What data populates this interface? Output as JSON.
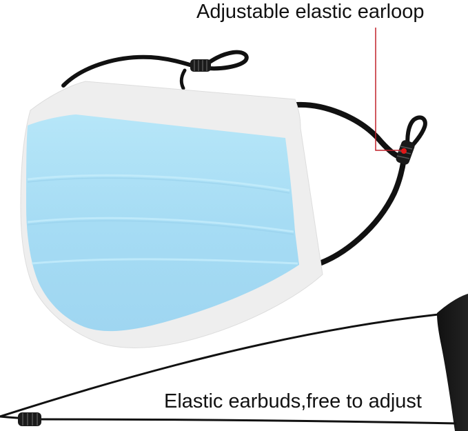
{
  "labels": {
    "earloop": "Adjustable elastic earloop",
    "earbuds": "Elastic earbuds,free to adjust"
  },
  "colors": {
    "mask_blue": "#a9dff5",
    "mask_border": "#eeeeee",
    "elastic": "#111111",
    "callout_line": "#c0202a",
    "callout_dot": "#e01818"
  },
  "icons": {
    "mask": "surgical-face-mask",
    "toggle": "cord-lock-toggle"
  }
}
